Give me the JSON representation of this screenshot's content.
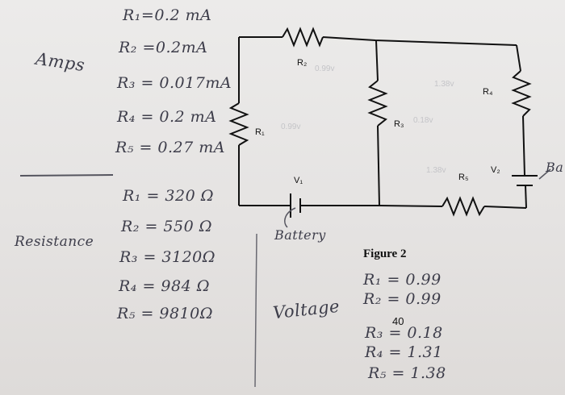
{
  "amps": {
    "title": "Amps",
    "r1": "R₁=0.2 mA",
    "r2": "R₂ =0.2mA",
    "r3": "R₃ = 0.017mA",
    "r4": "R₄ = 0.2 mA",
    "r5": "R₅ = 0.27 mA"
  },
  "resistance": {
    "title": "Resistance",
    "r1": "R₁ = 320 Ω",
    "r2": "R₂ = 550 Ω",
    "r3": "R₃ = 3120Ω",
    "r4": "R₄ = 984 Ω",
    "r5": "R₅ = 9810Ω"
  },
  "voltage": {
    "title": "Voltage",
    "r1": "R₁ = 0.99",
    "r2": "R₂ = 0.99",
    "r3": "R₃ = 0.18",
    "r4": "R₄ = 1.31",
    "r5": "R₅ = 1.38"
  },
  "circuit": {
    "r1": "R₁",
    "r2": "R₂",
    "r3": "R₃",
    "r4": "R₄",
    "r5": "R₅",
    "v1": "V₁",
    "v2": "V₂",
    "battery_note": "Battery",
    "battery_cut": "Ba",
    "faint_r2": "0.99v",
    "faint_r1": "0.99v",
    "faint_r3": "0.18v",
    "faint_r4": "1.38v",
    "faint_r5": "1.38v"
  },
  "figure": {
    "title": "Figure 2",
    "page_number": "40"
  }
}
